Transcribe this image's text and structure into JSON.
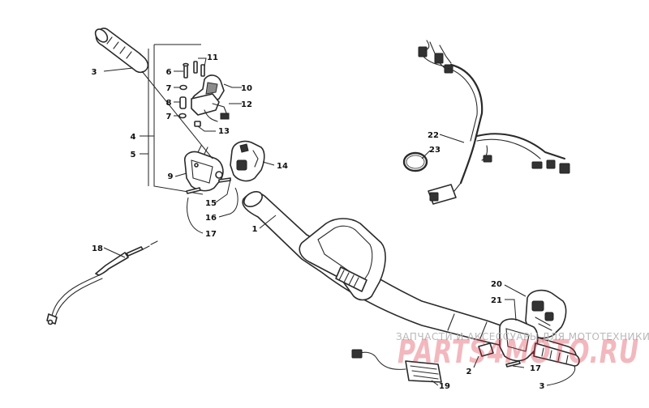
{
  "diagram": {
    "callouts": [
      {
        "id": "c3a",
        "label": "3"
      },
      {
        "id": "c11",
        "label": "11"
      },
      {
        "id": "c6",
        "label": "6"
      },
      {
        "id": "c10",
        "label": "10"
      },
      {
        "id": "c7a",
        "label": "7"
      },
      {
        "id": "c8",
        "label": "8"
      },
      {
        "id": "c12",
        "label": "12"
      },
      {
        "id": "c7b",
        "label": "7"
      },
      {
        "id": "c13",
        "label": "13"
      },
      {
        "id": "c4",
        "label": "4"
      },
      {
        "id": "c5",
        "label": "5"
      },
      {
        "id": "c14",
        "label": "14"
      },
      {
        "id": "c9",
        "label": "9"
      },
      {
        "id": "c15",
        "label": "15"
      },
      {
        "id": "c16",
        "label": "16"
      },
      {
        "id": "c17a",
        "label": "17"
      },
      {
        "id": "c1",
        "label": "1"
      },
      {
        "id": "c18",
        "label": "18"
      },
      {
        "id": "c22",
        "label": "22"
      },
      {
        "id": "c23",
        "label": "23"
      },
      {
        "id": "c20",
        "label": "20"
      },
      {
        "id": "c21",
        "label": "21"
      },
      {
        "id": "c2",
        "label": "2"
      },
      {
        "id": "c17b",
        "label": "17"
      },
      {
        "id": "c19",
        "label": "19"
      },
      {
        "id": "c3b",
        "label": "3"
      }
    ]
  },
  "watermark": {
    "tagline": "ЗАПЧАСТИ И АКСЕССУАРЫ ДЛЯ МОТОТЕХНИКИ",
    "brand": "PARTS4MOTO.RU"
  }
}
